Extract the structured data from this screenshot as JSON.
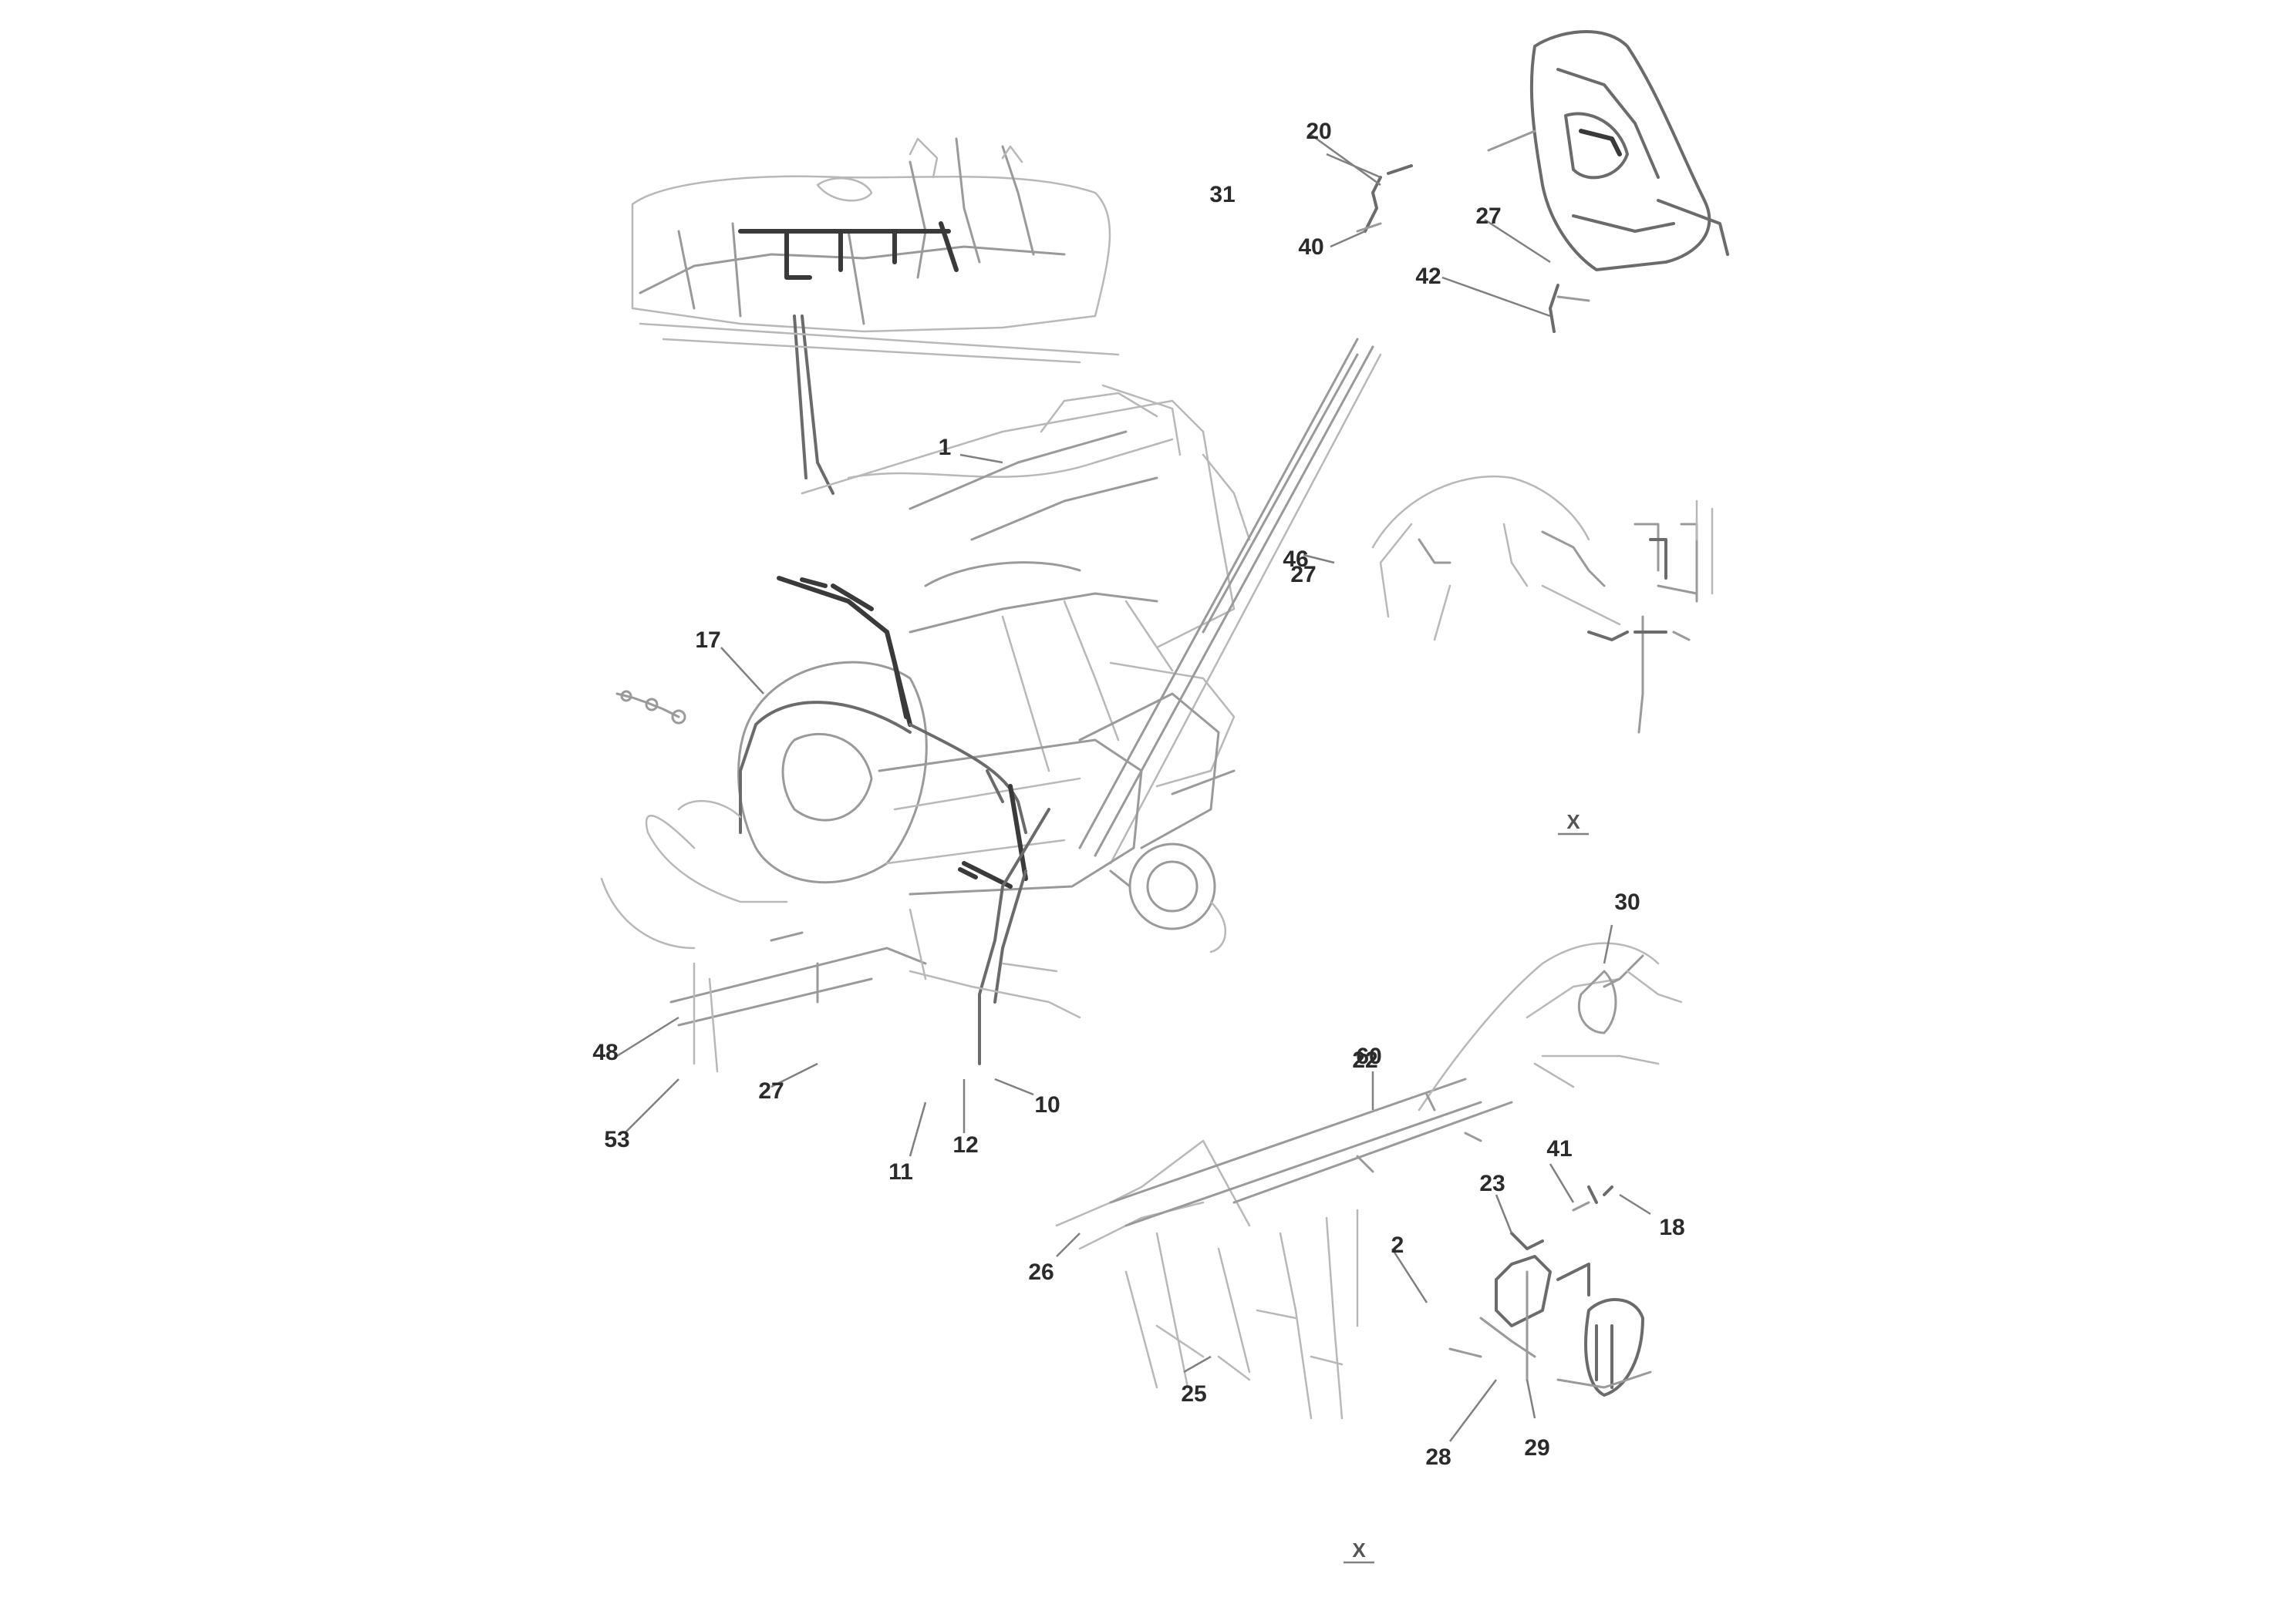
{
  "diagram": {
    "callouts": [
      {
        "id": "c1",
        "text": "1"
      },
      {
        "id": "c2",
        "text": "2"
      },
      {
        "id": "c10a",
        "text": "10"
      },
      {
        "id": "c11a",
        "text": "11"
      },
      {
        "id": "c12",
        "text": "12"
      },
      {
        "id": "c17a",
        "text": "17"
      },
      {
        "id": "c18",
        "text": "18"
      },
      {
        "id": "c20",
        "text": "20"
      },
      {
        "id": "c22",
        "text": "22"
      },
      {
        "id": "c23",
        "text": "23"
      },
      {
        "id": "c25",
        "text": "25"
      },
      {
        "id": "c26",
        "text": "26"
      },
      {
        "id": "c27a",
        "text": "27"
      },
      {
        "id": "c27b",
        "text": "27"
      },
      {
        "id": "c27c",
        "text": "27"
      },
      {
        "id": "c28",
        "text": "28"
      },
      {
        "id": "c29",
        "text": "29"
      },
      {
        "id": "c30",
        "text": "30"
      },
      {
        "id": "c31",
        "text": "31"
      },
      {
        "id": "c40",
        "text": "40"
      },
      {
        "id": "c41",
        "text": "41"
      },
      {
        "id": "c42",
        "text": "42"
      },
      {
        "id": "c46",
        "text": "46"
      },
      {
        "id": "c48",
        "text": "48"
      },
      {
        "id": "c53",
        "text": "53"
      },
      {
        "id": "c60",
        "text": "60"
      }
    ],
    "view_markers": [
      {
        "id": "v1",
        "text": "X"
      },
      {
        "id": "v2",
        "text": "X"
      }
    ]
  }
}
